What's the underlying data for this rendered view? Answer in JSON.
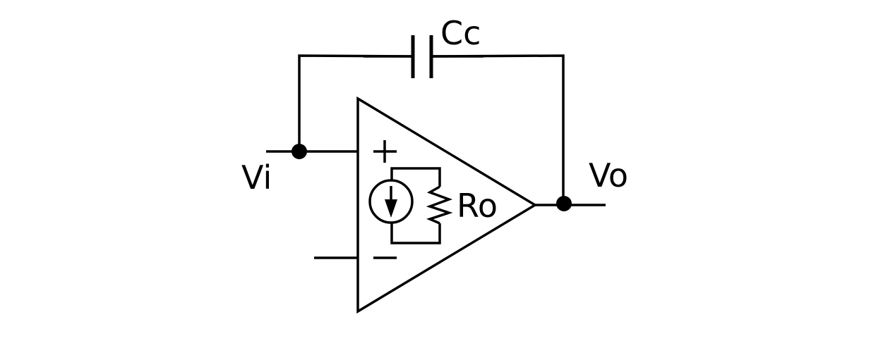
{
  "labels": {
    "capacitor": "Cc",
    "input": "Vi",
    "output": "Vo",
    "resistor": "Ro",
    "plus": "+",
    "minus": "−"
  },
  "colors": {
    "stroke": "#000000",
    "background": "#ffffff"
  }
}
